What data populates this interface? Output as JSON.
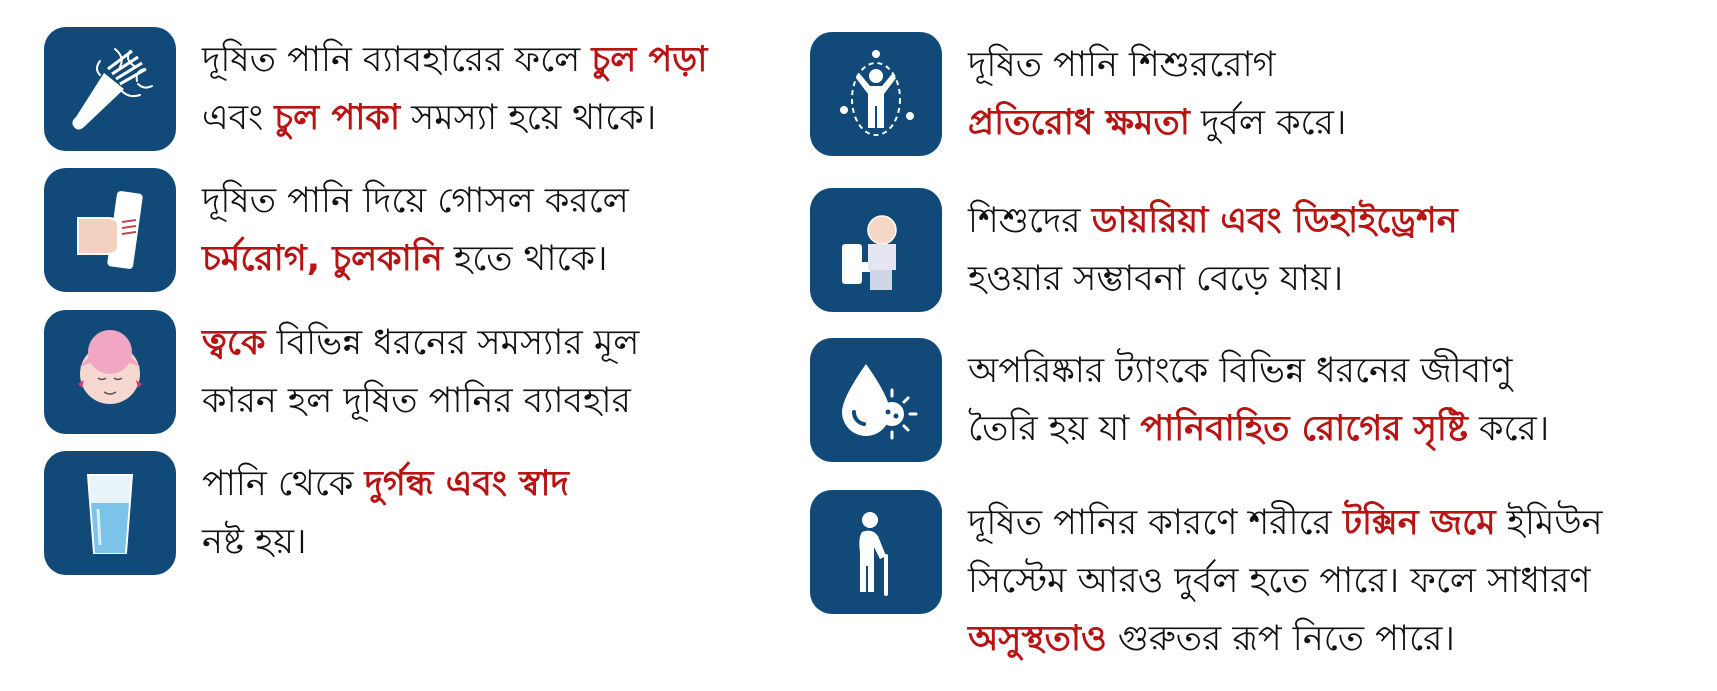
{
  "colors": {
    "icon_bg": "#114a79",
    "highlight": "#b81414",
    "text": "#111111"
  },
  "left": [
    {
      "icon": "comb-hair-icon",
      "lines": [
        [
          {
            "t": "দূষিত পানি ব্যাবহারের ফলে ",
            "hl": false
          },
          {
            "t": "চুল পড়া",
            "hl": true
          }
        ],
        [
          {
            "t": "এবং ",
            "hl": false
          },
          {
            "t": "চুল পাকা",
            "hl": true
          },
          {
            "t": " সমস্যা হয়ে থাকে।",
            "hl": false
          }
        ]
      ]
    },
    {
      "icon": "scratching-hand-icon",
      "lines": [
        [
          {
            "t": "দূষিত পানি দিয়ে গোসল করলে",
            "hl": false
          }
        ],
        [
          {
            "t": "চর্মরোগ, চুলকানি",
            "hl": true
          },
          {
            "t": " হতে থাকে।",
            "hl": false
          }
        ]
      ]
    },
    {
      "icon": "face-skin-icon",
      "lines": [
        [
          {
            "t": "ত্বকে",
            "hl": true
          },
          {
            "t": " বিভিন্ন ধরনের সমস্যার মূল",
            "hl": false
          }
        ],
        [
          {
            "t": "কারন হল দূষিত পানির ব্যাবহার",
            "hl": false
          }
        ]
      ]
    },
    {
      "icon": "water-glass-icon",
      "lines": [
        [
          {
            "t": "পানি থেকে ",
            "hl": false
          },
          {
            "t": "দুর্গন্ধ এবং স্বাদ",
            "hl": true
          }
        ],
        [
          {
            "t": "নষ্ট হয়।",
            "hl": false
          }
        ]
      ]
    }
  ],
  "right": [
    {
      "icon": "immunity-person-icon",
      "lines": [
        [
          {
            "t": "দূষিত পানি শিশুররোগ",
            "hl": false
          }
        ],
        [
          {
            "t": "প্রতিরোধ ক্ষমতা",
            "hl": true
          },
          {
            "t": " দুর্বল করে।",
            "hl": false
          }
        ]
      ]
    },
    {
      "icon": "toilet-child-icon",
      "lines": [
        [
          {
            "t": "শিশুদের ",
            "hl": false
          },
          {
            "t": "ডায়রিয়া এবং ডিহাইড্রেশন",
            "hl": true
          }
        ],
        [
          {
            "t": "হওয়ার সম্ভাবনা বেড়ে যায়।",
            "hl": false
          }
        ]
      ]
    },
    {
      "icon": "water-drop-germ-icon",
      "lines": [
        [
          {
            "t": "অপরিষ্কার ট্যাংকে বিভিন্ন ধরনের জীবাণু",
            "hl": false
          }
        ],
        [
          {
            "t": "তৈরি হয় যা ",
            "hl": false
          },
          {
            "t": "পানিবাহিত রোগের সৃষ্টি",
            "hl": true
          },
          {
            "t": " করে।",
            "hl": false
          }
        ]
      ]
    },
    {
      "icon": "elderly-cane-icon",
      "lines": [
        [
          {
            "t": "দূষিত পানির কারণে শরীরে ",
            "hl": false
          },
          {
            "t": "টক্সিন জমে",
            "hl": true
          },
          {
            "t": " ইমিউন",
            "hl": false
          }
        ],
        [
          {
            "t": "সিস্টেম আরও দুর্বল হতে পারে। ফলে সাধারণ",
            "hl": false
          }
        ],
        [
          {
            "t": "অসুস্থতাও",
            "hl": true
          },
          {
            "t": " গুরুতর রূপ নিতে পারে।",
            "hl": false
          }
        ]
      ]
    }
  ]
}
